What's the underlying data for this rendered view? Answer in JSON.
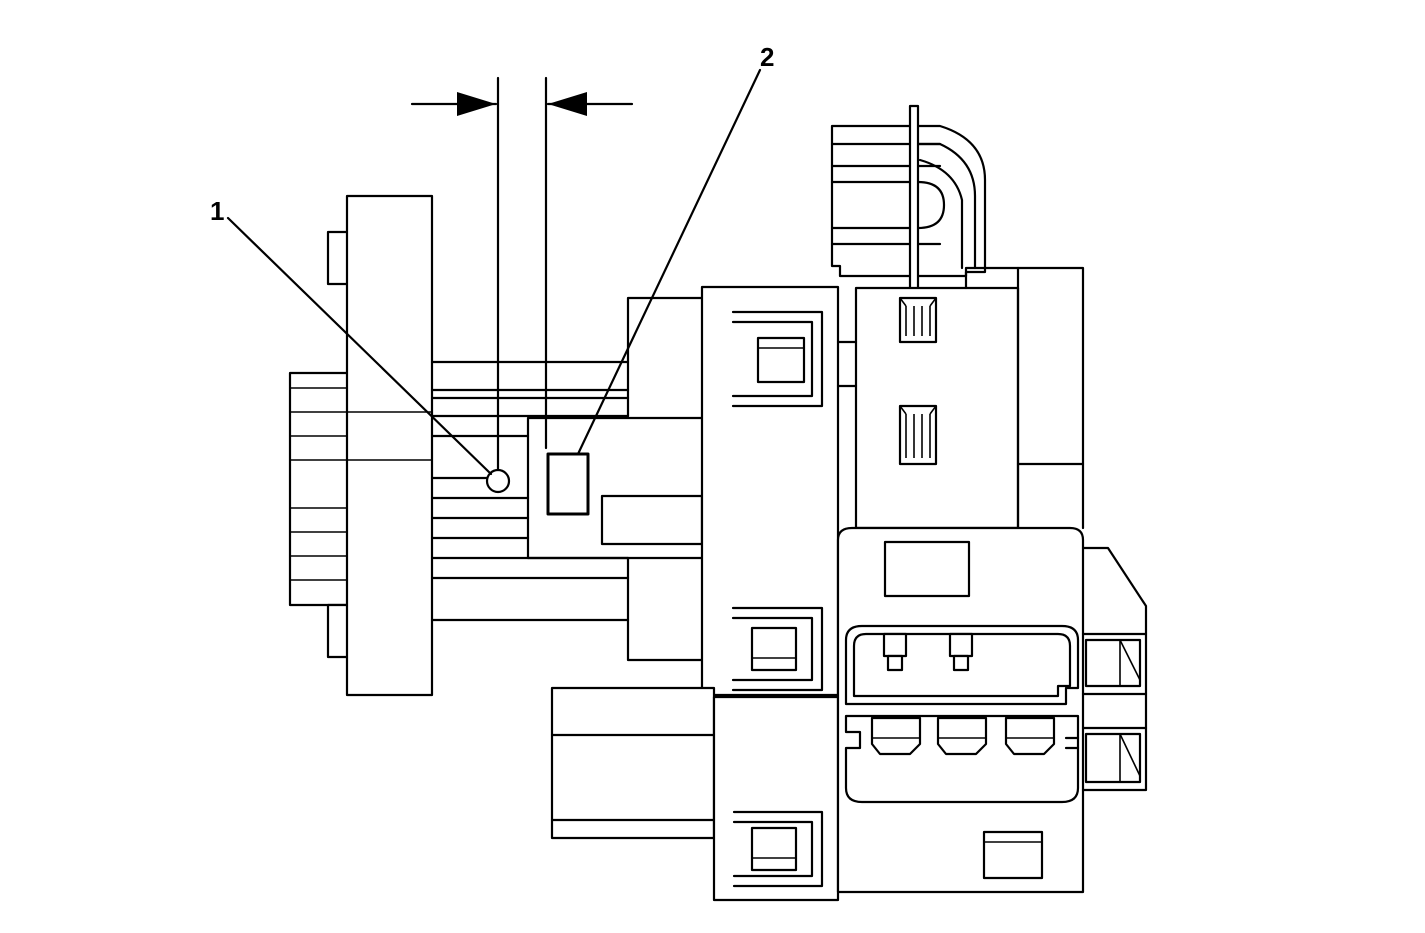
{
  "diagram": {
    "callouts": [
      {
        "id": "1",
        "label": "1",
        "target": "reference-hole"
      },
      {
        "id": "2",
        "label": "2",
        "target": "alignment-mark"
      }
    ],
    "colors": {
      "line": "#000000",
      "background": "#ffffff"
    }
  }
}
